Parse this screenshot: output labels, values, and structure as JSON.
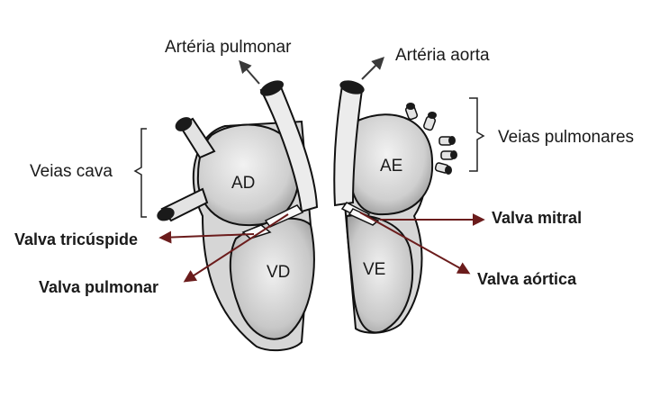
{
  "labels": {
    "arteria_pulmonar": "Artéria pulmonar",
    "arteria_aorta": "Artéria aorta",
    "veias_cava": "Veias cava",
    "veias_pulmonares": "Veias pulmonares",
    "valva_mitral": "Valva mitral",
    "valva_tricuspide": "Valva tricúspide",
    "valva_aortica": "Valva aórtica",
    "valva_pulmonar": "Valva pulmonar"
  },
  "chambers": {
    "ad": "AD",
    "ae": "AE",
    "vd": "VD",
    "ve": "VE"
  },
  "colors": {
    "arrow_gray": "#3a3a3a",
    "arrow_maroon": "#6b1c1c",
    "outline": "#111111",
    "fill": "#cfcfcf",
    "vessel_fill": "#e9e9e9"
  }
}
